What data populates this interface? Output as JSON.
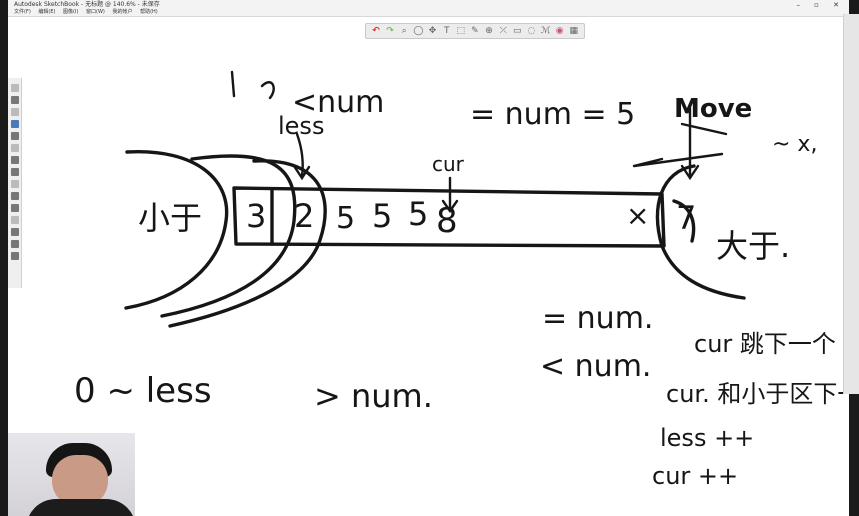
{
  "window": {
    "title": "Autodesk SketchBook - 无标题 @ 140.6% - 未保存",
    "menus": [
      "文件(F)",
      "编辑(E)",
      "图像(I)",
      "窗口(W)",
      "我的帐户",
      "帮助(H)"
    ],
    "controls": "– ▫ ✕"
  },
  "toolbar": {
    "icons": [
      "undo-icon",
      "redo-icon",
      "zoom-icon",
      "lasso-icon",
      "move-icon",
      "text-icon",
      "crop-icon",
      "pen-icon",
      "symmetry-icon",
      "distort-icon",
      "ruler-icon",
      "ellipse-icon",
      "brush-icon",
      "color-wheel-icon",
      "layers-icon"
    ],
    "glyphs": [
      "↶",
      "↷",
      "⌕",
      "◯",
      "✥",
      "T",
      "⬚",
      "✎",
      "⊕",
      "⤫",
      "▭",
      "◌",
      "ℳ",
      "◉",
      "▦"
    ]
  },
  "colors": {
    "ink": "#161616",
    "canvas": "#ffffff",
    "undo": "#e0332e",
    "redo": "#7fbf4d"
  },
  "board": {
    "lt_num": "<num",
    "less": "less",
    "eq_num_eq_5": "= num = 5",
    "move": "Move",
    "tilde": "~ x,",
    "cur": "cur",
    "small_left": "小于",
    "cells": [
      "3",
      "2",
      "5",
      "5",
      "5",
      "8"
    ],
    "x_mark": "×",
    "right_cell": "7",
    "big_right": "大于.",
    "eq_num": "= num.",
    "cur_rule": "cur 跳下一个",
    "lt_num2": "< num.",
    "cur_swap": "cur. 和小于区下一个",
    "gt_num": "> num.",
    "zero_less": "0 ~ less",
    "less_pp": "less ++",
    "cur_pp": "cur ++"
  }
}
